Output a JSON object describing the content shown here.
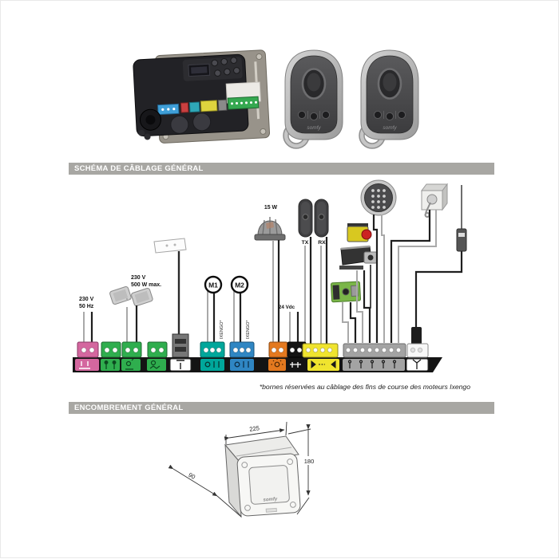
{
  "sections": {
    "wiring": {
      "title": "SCHÉMA DE CÂBLAGE GÉNÉRAL",
      "footnote": "*bornes réservées au câblage des fins de course des moteurs Ixengo",
      "banner_bg": "#a8a7a3"
    },
    "dimensions": {
      "title": "ENCOMBREMENT GÉNÉRAL",
      "width_mm": "225",
      "height_mm": "180",
      "depth_mm": "90",
      "box_logo": "somfy"
    }
  },
  "remotes": {
    "logo": "somfy"
  },
  "diagram": {
    "labels": {
      "mains_line1": "230 V",
      "mains_line2": "50 Hz",
      "lighting_line1": "230 V",
      "lighting_line2": "500 W max.",
      "motor1": "M1",
      "motor2": "M2",
      "motor1_wire": "IXENGO*",
      "motor2_wire": "IXENGO*",
      "flashing_light": "15 W",
      "dc_output": "24 Vdc",
      "photocell_tx": "TX",
      "photocell_rx": "RX"
    },
    "terminal_colors": {
      "mains": "#d4679f",
      "aux_output": "#2fae4e",
      "motor1": "#00a79b",
      "motor2": "#2f86c3",
      "flashing_light": "#e4791f",
      "dc_24v": "#141414",
      "photocells": "#f0e42e",
      "inputs": "#a3a3a3",
      "antenna": "#f8f8f8"
    }
  }
}
